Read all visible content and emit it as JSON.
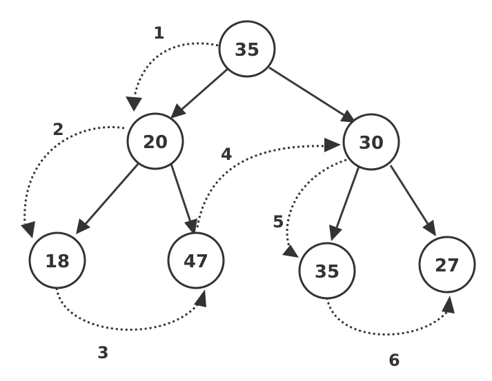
{
  "colors": {
    "stroke": "#333333",
    "background": "#ffffff"
  },
  "nodes": {
    "root": {
      "value": "35"
    },
    "left": {
      "value": "20"
    },
    "right": {
      "value": "30"
    },
    "left_left": {
      "value": "18"
    },
    "left_right": {
      "value": "47"
    },
    "right_left": {
      "value": "35"
    },
    "right_right": {
      "value": "27"
    }
  },
  "edges": [
    {
      "from": "root",
      "to": "left"
    },
    {
      "from": "root",
      "to": "right"
    },
    {
      "from": "left",
      "to": "left_left"
    },
    {
      "from": "left",
      "to": "left_right"
    },
    {
      "from": "right",
      "to": "right_left"
    },
    {
      "from": "right",
      "to": "right_right"
    }
  ],
  "traversal_steps": [
    {
      "label": "1",
      "from": "root",
      "to": "left"
    },
    {
      "label": "2",
      "from": "left",
      "to": "left_left"
    },
    {
      "label": "3",
      "from": "left_left",
      "to": "left_right"
    },
    {
      "label": "4",
      "from": "left_right",
      "to": "right"
    },
    {
      "label": "5",
      "from": "right",
      "to": "right_left"
    },
    {
      "label": "6",
      "from": "right_left",
      "to": "right_right"
    }
  ]
}
